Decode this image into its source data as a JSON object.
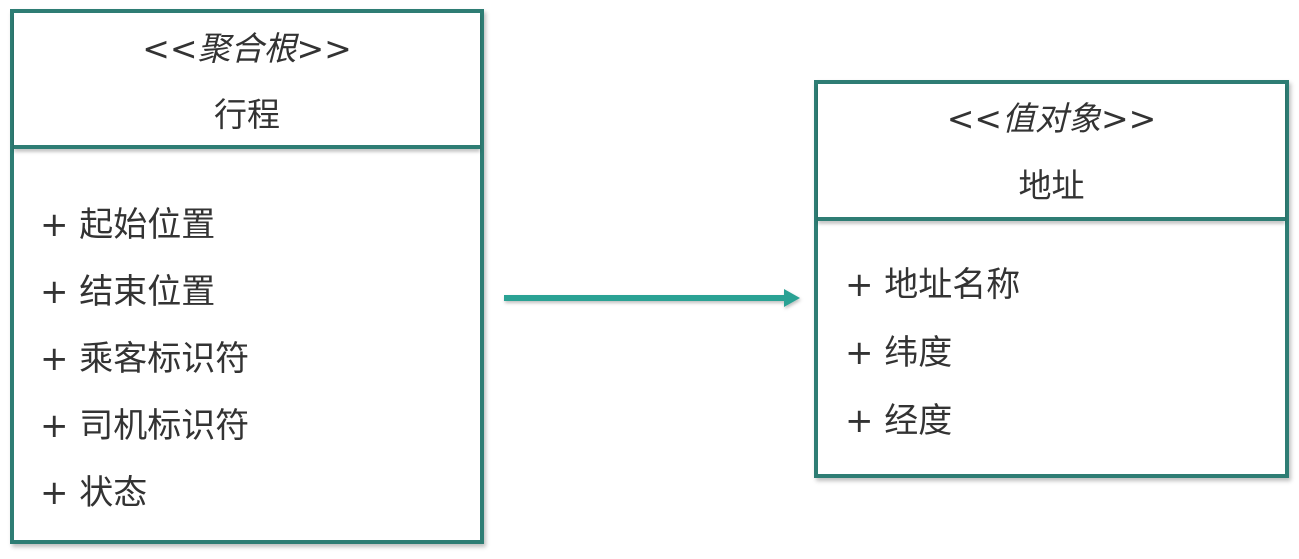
{
  "colors": {
    "border": "#2e7d74",
    "arrow": "#2aa294",
    "text": "#333333"
  },
  "aggregate": {
    "stereotype": "<<聚合根>>",
    "name": "行程",
    "attributes": [
      "+ 起始位置",
      "+ 结束位置",
      "+ 乘客标识符",
      "+ 司机标识符",
      "+ 状态"
    ]
  },
  "value_object": {
    "stereotype": "<<值对象>>",
    "name": "地址",
    "attributes": [
      "+ 地址名称",
      "+ 纬度",
      "+ 经度"
    ]
  }
}
